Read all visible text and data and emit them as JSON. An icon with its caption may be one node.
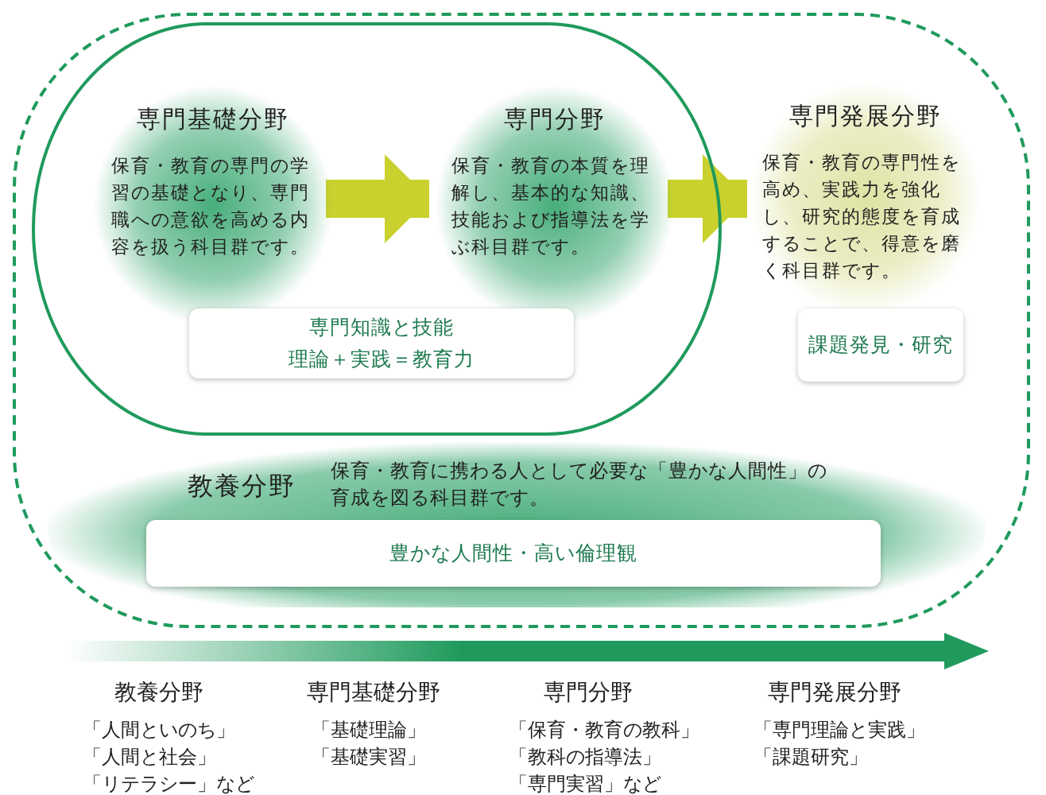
{
  "diagram": {
    "nodes": [
      {
        "text": [],
        "shape": "box"
      },
      {
        "text": [],
        "shape": "box",
        "in": 0
      },
      {
        "text": [
          "専門基礎分野",
          "保育・教育の専門の学習の基礎となり、専門職への意欲を高める内容を扱う科目群です。"
        ],
        "in": 1
      },
      {
        "text": [
          "専門分野",
          "保育・教育の本質を理解し、基本的な知識、技能および指導法を学ぶ科目群です。"
        ],
        "in": 1
      },
      {
        "text": [
          "専門知識と技能",
          "理論＋実践＝教育力"
        ],
        "in": 1
      },
      {
        "text": [
          "専門発展分野",
          "保育・教育の専門性を高め、実践力を強化し、研究的態度を育成することで、得意を磨く科目群です。"
        ],
        "in": 0
      },
      {
        "text": [
          "課題発見・研究"
        ],
        "in": 0
      },
      {
        "text": [
          "教養分野",
          "保育・教育に携わる人として必要な「豊かな人間性」の育成を図る科目群です。"
        ],
        "in": 0
      },
      {
        "text": [
          "豊かな人間性・高い倫理観"
        ],
        "in": 7
      }
    ],
    "edges": [
      {
        "from": 2,
        "to": 3,
        "arrow": "to"
      },
      {
        "from": 3,
        "to": 5,
        "arrow": "to"
      }
    ],
    "labels": [
      "教養分野",
      "「人間といのち」",
      "「人間と社会」",
      "「リテラシー」など",
      "専門基礎分野",
      "「基礎理論」",
      "「基礎実習」",
      "専門分野",
      "「保育・教育の教科」",
      "「教科の指導法」",
      "「専門実習」など",
      "専門発展分野",
      "「専門理論と実践」",
      "「課題研究」"
    ]
  }
}
